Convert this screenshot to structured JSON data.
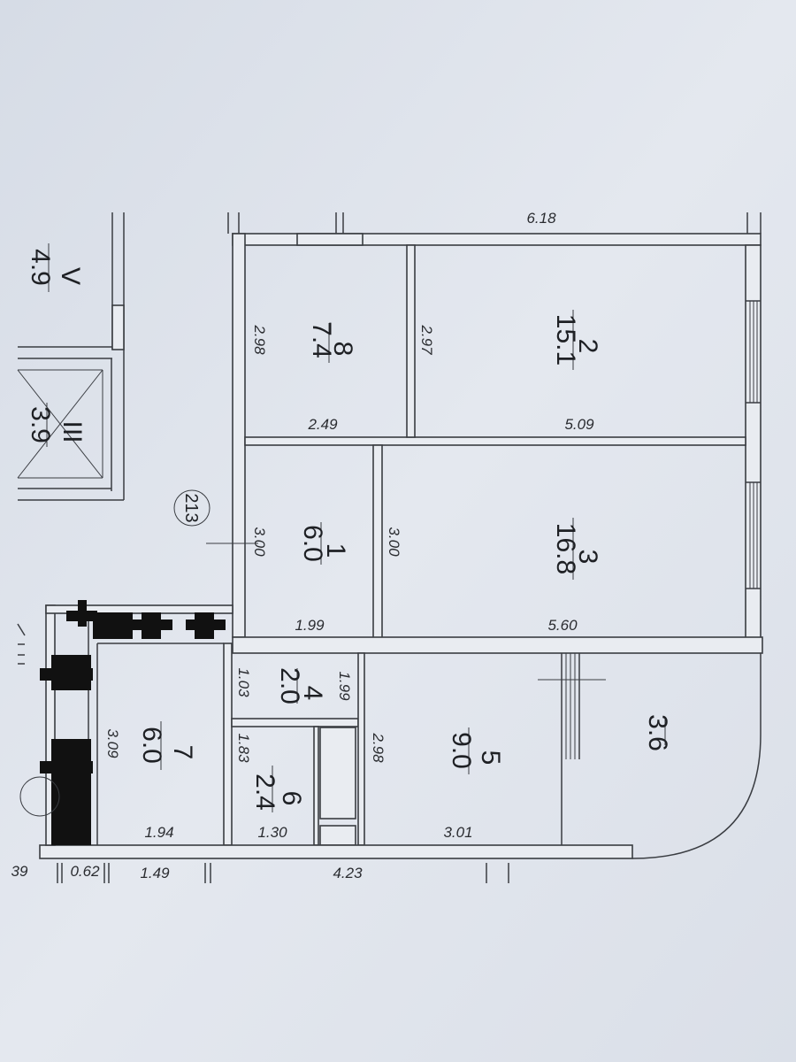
{
  "rooms": [
    {
      "num": "8",
      "area": "7.4"
    },
    {
      "num": "2",
      "area": "15.1"
    },
    {
      "num": "1",
      "area": "6.0"
    },
    {
      "num": "3",
      "area": "16.8"
    },
    {
      "num": "4",
      "area": "2.0"
    },
    {
      "num": "7",
      "area": "6.0"
    },
    {
      "num": "6",
      "area": "2.4"
    },
    {
      "num": "5",
      "area": "9.0"
    },
    {
      "num": "",
      "area": "3.6"
    },
    {
      "num": "V",
      "area": "4.9"
    },
    {
      "num": "III",
      "area": "3.9"
    }
  ],
  "apartment_number": "213",
  "dimensions": {
    "top_total": "6.18",
    "r8_height": "2.98",
    "r8_width": "2.49",
    "r2_height": "2.97",
    "r2_width": "5.09",
    "r1_height": "3.00",
    "r1_width": "1.99",
    "r3_height": "3.00",
    "r3_width": "5.60",
    "r4_height": "1.03",
    "r4_width": "1.99",
    "r7_height": "3.09",
    "r7_width": "1.94",
    "r6_height": "1.83",
    "r6_width": "1.30",
    "r5_height": "2.98",
    "r5_width": "3.01",
    "bottom_a": "39",
    "bottom_b": "0.62",
    "bottom_c": "1.49",
    "bottom_d": "4.23"
  }
}
